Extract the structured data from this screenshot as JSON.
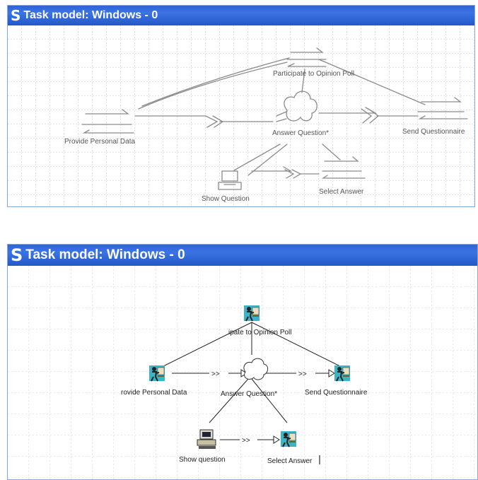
{
  "top_window": {
    "title": "Task model: Windows - 0",
    "title_icon": "S-logo-icon",
    "labels": {
      "participate": "Participate to Opinion Poll",
      "provide": "Provide Personal Data",
      "answer": "Answer Question*",
      "send": "Send Questionnaire",
      "show": "Show Question",
      "select": "Select Answer"
    }
  },
  "bottom_window": {
    "title": "Task model: Windows - 0",
    "title_icon": "S-logo-icon",
    "labels": {
      "participate": "ipate to Opinion Poll",
      "provide": "rovide Personal Data",
      "answer": "Answer Question*",
      "send": "Send Questionnaire",
      "show": "Show question",
      "select": "Select Answer"
    },
    "operators": [
      ">>",
      ">>",
      ">>"
    ]
  },
  "colors": {
    "titlebar": "#2f63d6",
    "grid": "#b8b8b8",
    "sketch": "#8a8a8a"
  }
}
